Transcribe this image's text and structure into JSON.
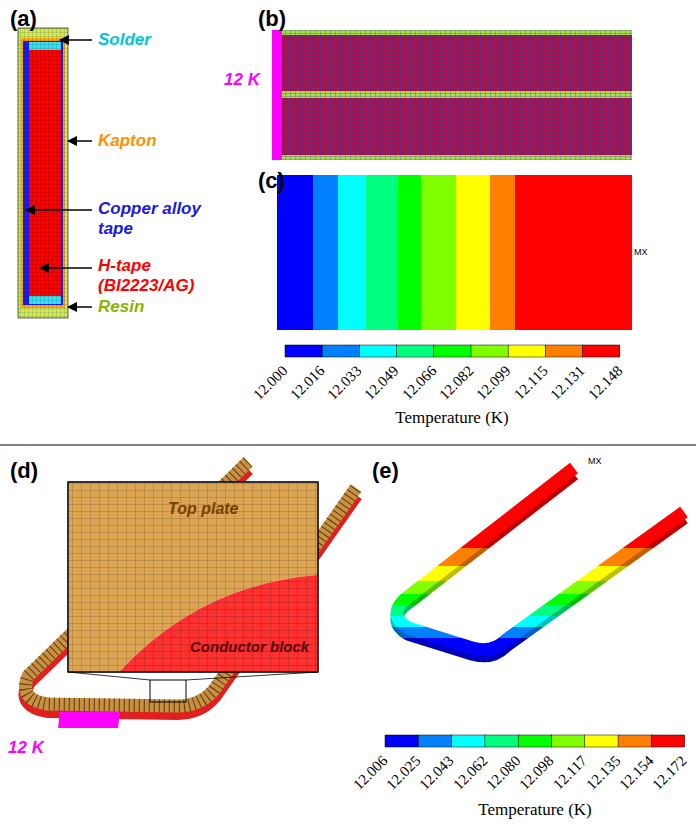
{
  "diagram": {
    "labels": [
      "(a)",
      "(b)",
      "12 K",
      "(c)",
      "MX",
      "12.000",
      "12.016",
      "12.033",
      "12.049",
      "12.066",
      "12.082",
      "12.099",
      "12.115",
      "12.131",
      "12.148",
      "Temperature (K)",
      "Solder",
      "Kapton",
      "Copper alloy tape",
      "H-tape (BI2223/AG)",
      "Resin",
      "(d)",
      "Top plate",
      "Conductor block",
      "12 K",
      "(e)",
      "MX",
      "12.006",
      "12.025",
      "12.043",
      "12.062",
      "12.080",
      "12.098",
      "12.117",
      "12.135",
      "12.154",
      "12.172",
      "Temperature (K)"
    ]
  }
}
